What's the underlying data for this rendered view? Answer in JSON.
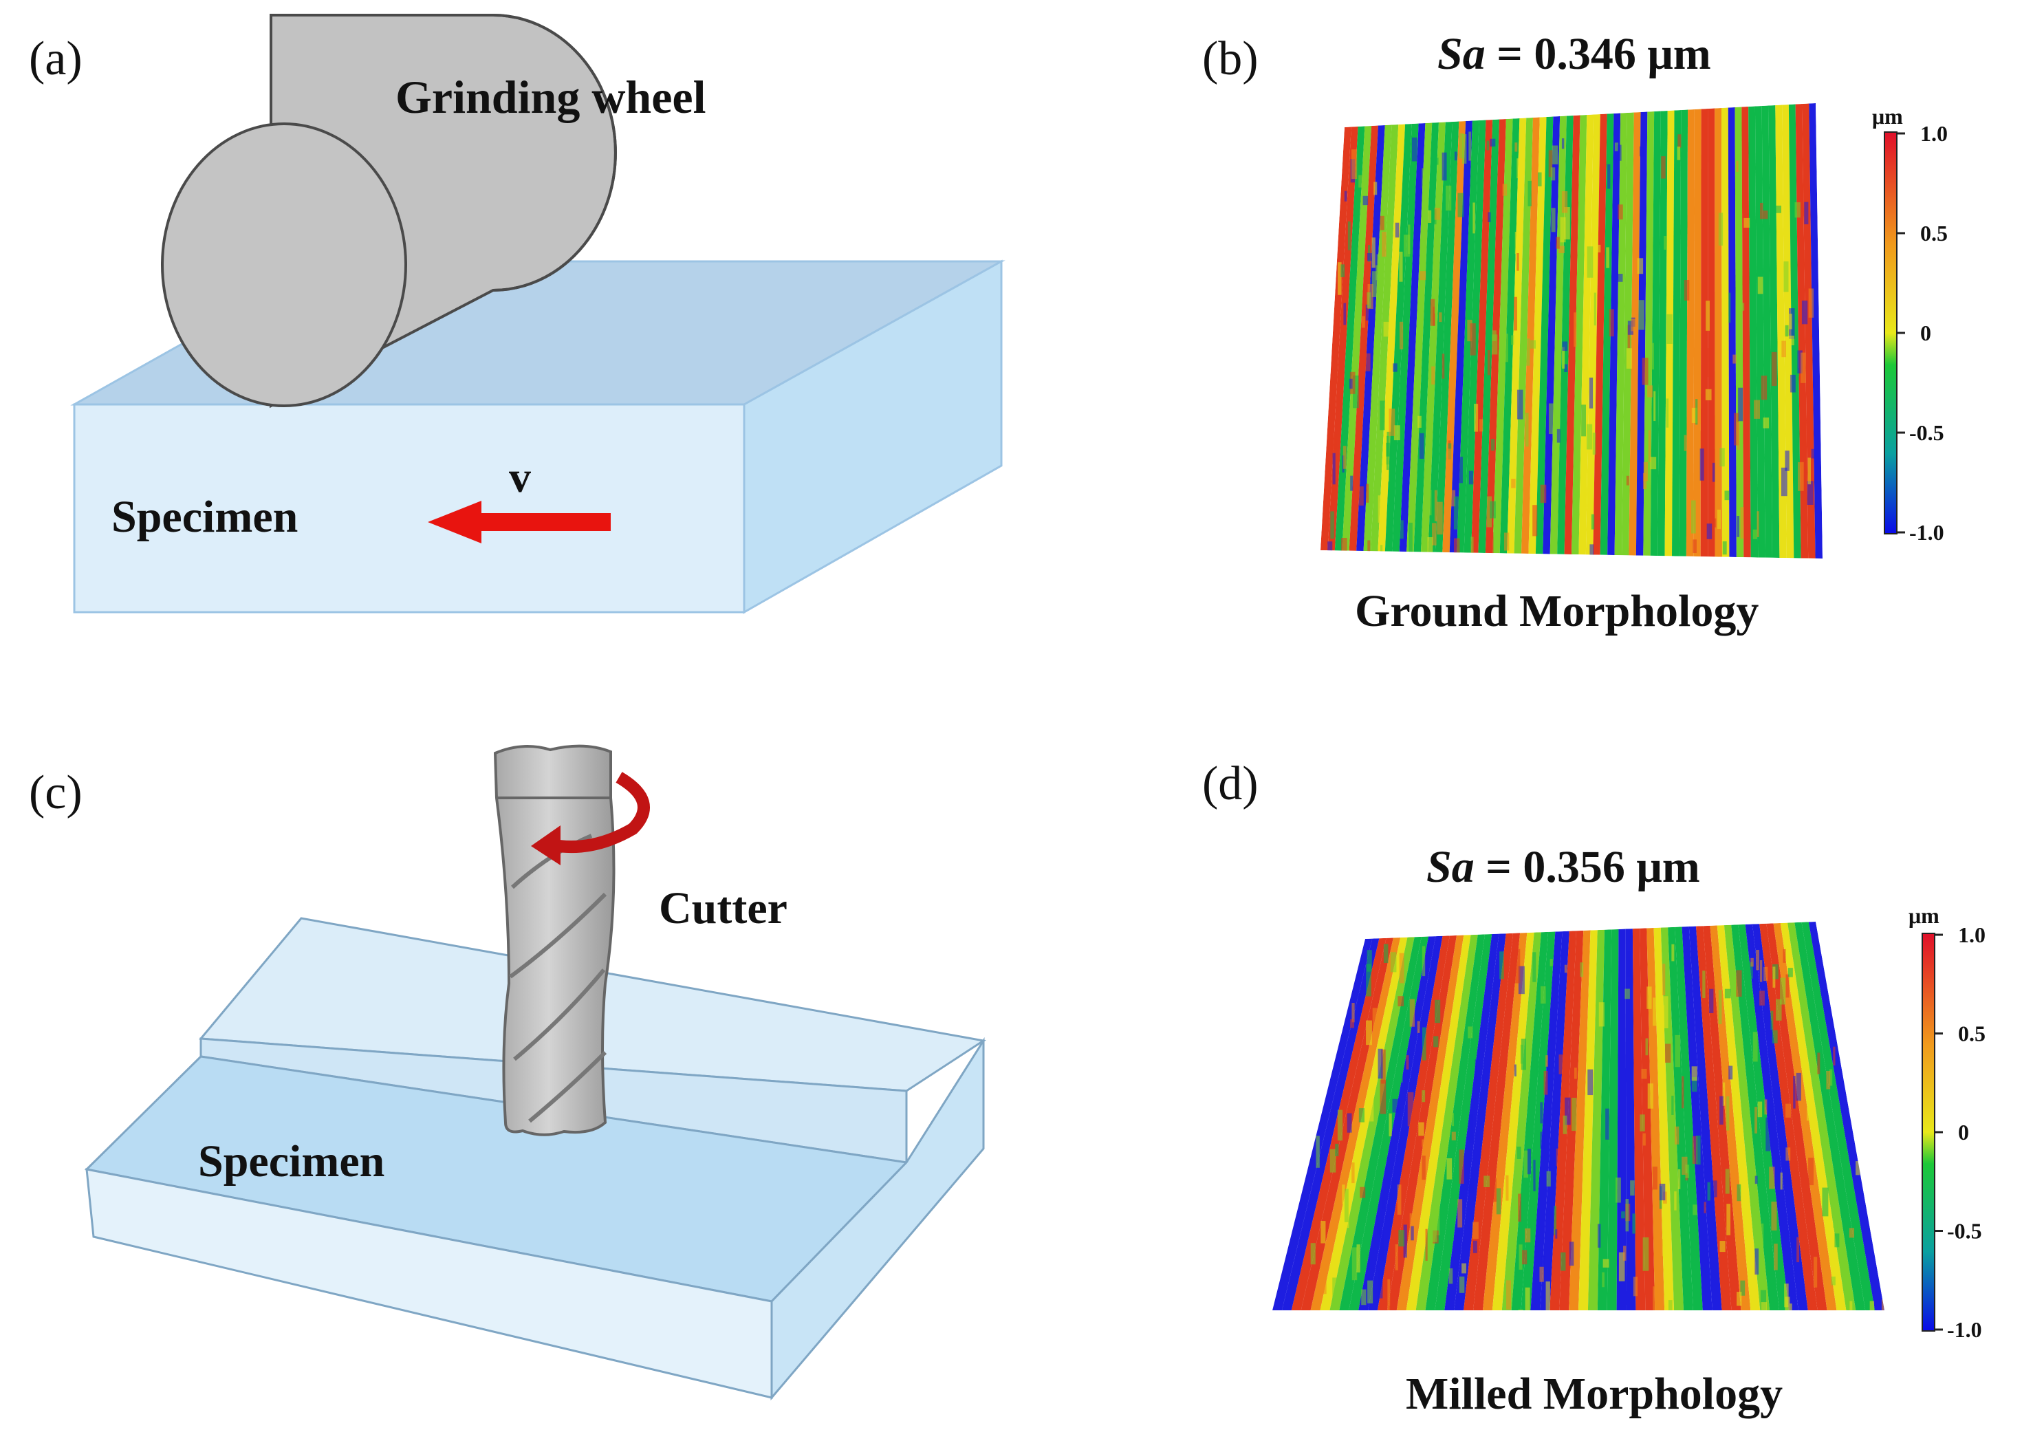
{
  "panel_a": {
    "label": "(a)",
    "wheel_label": "Grinding wheel",
    "specimen_label": "Specimen",
    "velocity_label": "v"
  },
  "panel_b": {
    "label": "(b)",
    "sa_symbol": "Sa",
    "sa_value": " = 0.346 μm",
    "caption": "Ground Morphology",
    "colorbar": {
      "unit": "μm",
      "ticks": [
        "1.0",
        "0.5",
        "0",
        "-0.5",
        "-1.0"
      ]
    }
  },
  "panel_c": {
    "label": "(c)",
    "cutter_label": "Cutter",
    "specimen_label": "Specimen"
  },
  "panel_d": {
    "label": "(d)",
    "sa_symbol": "Sa",
    "sa_value": " = 0.356 μm",
    "caption": "Milled Morphology",
    "colorbar": {
      "unit": "μm",
      "ticks": [
        "1.0",
        "0.5",
        "0",
        "-0.5",
        "-1.0"
      ]
    }
  },
  "colors": {
    "specimen_front": "#ddeefa",
    "specimen_top": "#b5d2ea",
    "specimen_side": "#bfe0f5",
    "wheel": "#c2c2c2",
    "arrow": "#e8140f",
    "colormap": [
      "#1e1ee0",
      "#0fb84a",
      "#7ad12a",
      "#e8e018",
      "#f08a1a",
      "#e23a1e"
    ]
  }
}
